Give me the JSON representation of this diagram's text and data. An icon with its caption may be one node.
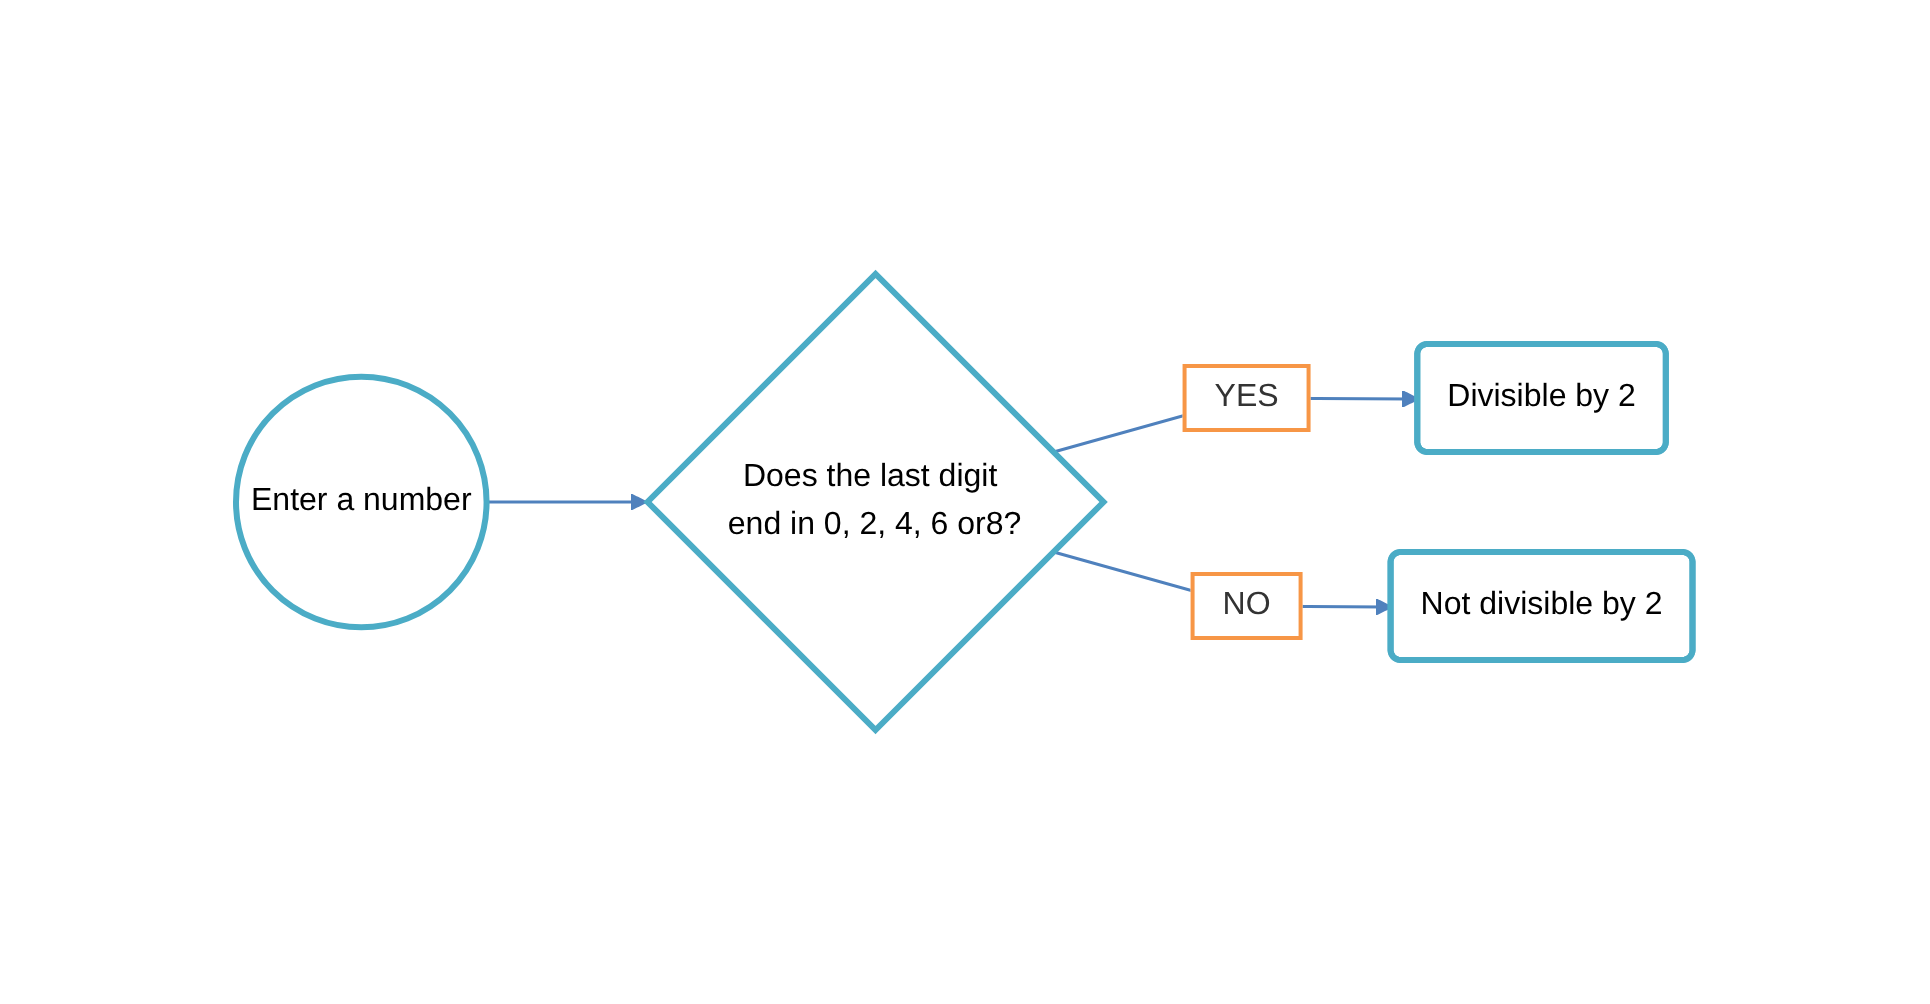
{
  "diagram": {
    "nodes": [
      {
        "text": [
          "Enter a number"
        ]
      },
      {
        "text": [
          "Does the last digit end in 0, 2, 4, 6 or8?"
        ]
      },
      {
        "text": [
          "Divisible by 2"
        ]
      },
      {
        "text": [
          "Not divisible by 2"
        ]
      }
    ],
    "edges": [
      {
        "from": 0,
        "to": 1,
        "arrow": "to"
      },
      {
        "from": 1,
        "to": 2,
        "arrow": "to",
        "label": "YES"
      },
      {
        "from": 1,
        "to": 3,
        "arrow": "to",
        "label": "NO"
      }
    ]
  }
}
